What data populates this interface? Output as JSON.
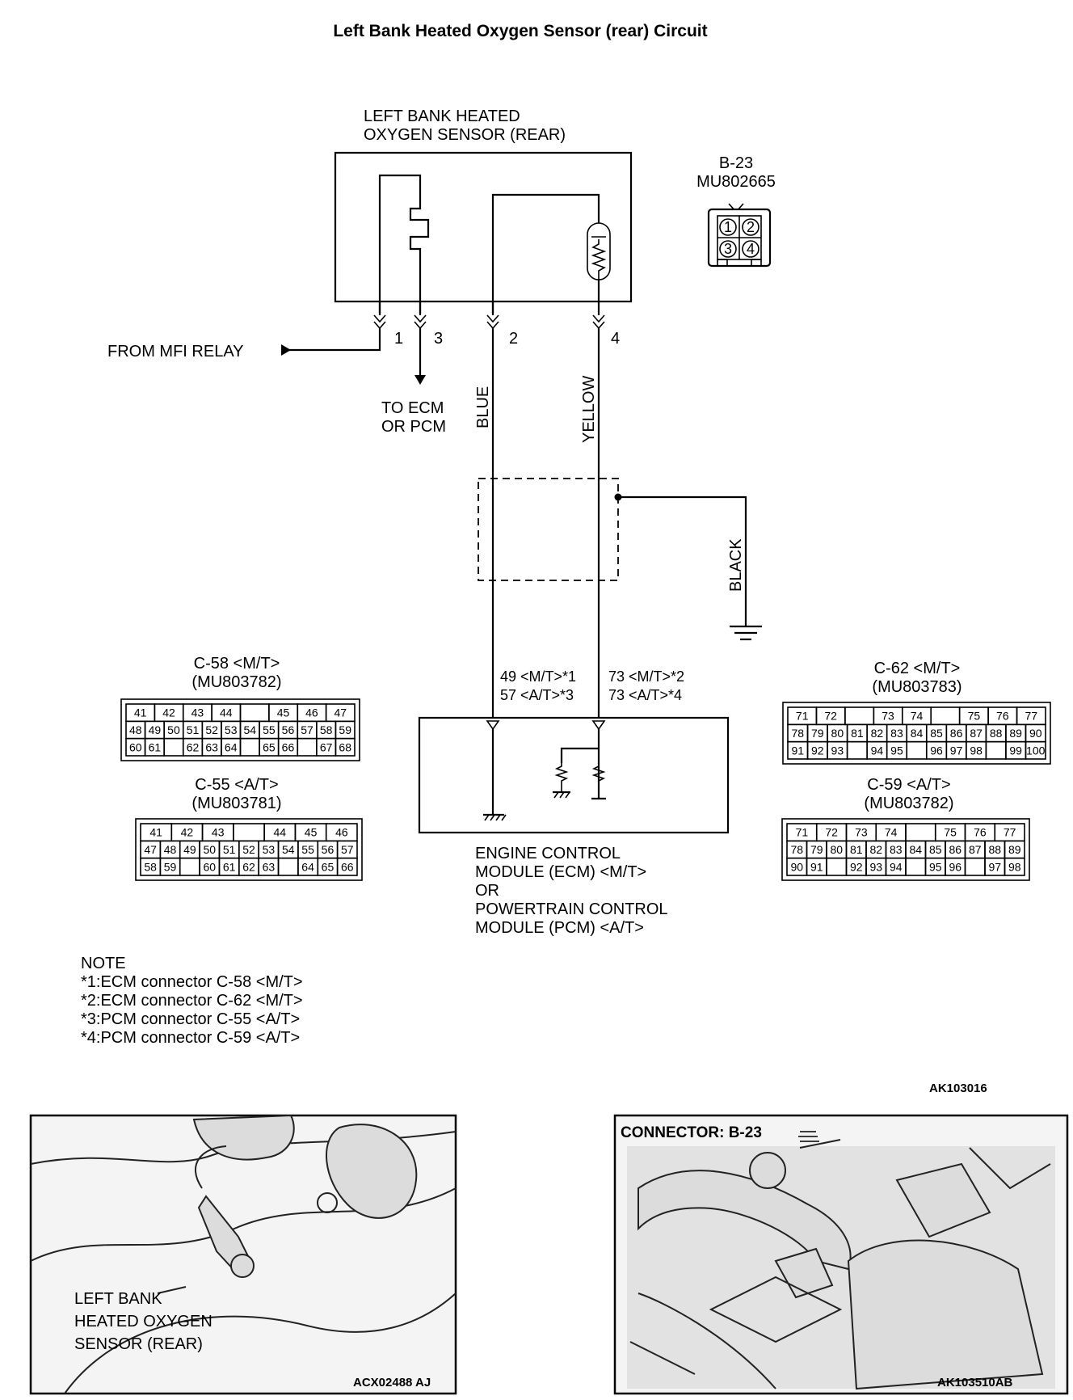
{
  "title": "Left Bank Heated Oxygen Sensor (rear) Circuit",
  "sensor": {
    "label_line1": "LEFT BANK HEATED",
    "label_line2": "OXYGEN SENSOR (REAR)",
    "pins": [
      "1",
      "3",
      "2",
      "4"
    ]
  },
  "sensor_connector": {
    "id": "B-23",
    "part": "MU802665",
    "pins": [
      "1",
      "2",
      "3",
      "4"
    ]
  },
  "from_relay": "FROM MFI RELAY",
  "to_ecm_line1": "TO ECM",
  "to_ecm_line2": "OR PCM",
  "wires": {
    "blue": "BLUE",
    "yellow": "YELLOW",
    "black": "BLACK"
  },
  "terminals": {
    "left_line1": "49 <M/T>*1",
    "left_line2": "57 <A/T>*3",
    "right_line1": "73 <M/T>*2",
    "right_line2": "73 <A/T>*4"
  },
  "module": {
    "line1": "ENGINE CONTROL",
    "line2": "MODULE (ECM) <M/T>",
    "line3": "OR",
    "line4": "POWERTRAIN CONTROL",
    "line5": "MODULE (PCM) <A/T>"
  },
  "connectors": {
    "c58": {
      "title": "C-58 <M/T>",
      "part": "(MU803782)",
      "rows": [
        [
          "41",
          "42",
          "43",
          "44",
          "",
          "45",
          "46",
          "47"
        ],
        [
          "48",
          "49",
          "50",
          "51",
          "52",
          "53",
          "54",
          "55",
          "56",
          "57",
          "58",
          "59"
        ],
        [
          "60",
          "61",
          "",
          "62",
          "63",
          "64",
          "",
          "65",
          "66",
          "",
          "67",
          "68"
        ]
      ]
    },
    "c55": {
      "title": "C-55 <A/T>",
      "part": "(MU803781)",
      "rows": [
        [
          "41",
          "42",
          "43",
          "",
          "44",
          "45",
          "46"
        ],
        [
          "47",
          "48",
          "49",
          "50",
          "51",
          "52",
          "53",
          "54",
          "55",
          "56",
          "57"
        ],
        [
          "58",
          "59",
          "",
          "60",
          "61",
          "62",
          "63",
          "",
          "64",
          "65",
          "66"
        ]
      ]
    },
    "c62": {
      "title": "C-62 <M/T>",
      "part": "(MU803783)",
      "rows": [
        [
          "71",
          "72",
          "",
          "73",
          "74",
          "",
          "75",
          "76",
          "77"
        ],
        [
          "78",
          "79",
          "80",
          "81",
          "82",
          "83",
          "84",
          "85",
          "86",
          "87",
          "88",
          "89",
          "90"
        ],
        [
          "91",
          "92",
          "93",
          "",
          "94",
          "95",
          "",
          "96",
          "97",
          "98",
          "",
          "99",
          "100"
        ]
      ]
    },
    "c59": {
      "title": "C-59 <A/T>",
      "part": "(MU803782)",
      "rows": [
        [
          "71",
          "72",
          "73",
          "74",
          "",
          "75",
          "76",
          "77"
        ],
        [
          "78",
          "79",
          "80",
          "81",
          "82",
          "83",
          "84",
          "85",
          "86",
          "87",
          "88",
          "89"
        ],
        [
          "90",
          "91",
          "",
          "92",
          "93",
          "94",
          "",
          "95",
          "96",
          "",
          "97",
          "98"
        ]
      ]
    }
  },
  "note": {
    "heading": "NOTE",
    "items": [
      "*1:ECM connector C-58 <M/T>",
      "*2:ECM connector C-62 <M/T>",
      "*3:PCM connector C-55 <A/T>",
      "*4:PCM connector C-59 <A/T>"
    ]
  },
  "diagram_code": "AK103016",
  "photo_left": {
    "label_line1": "LEFT BANK",
    "label_line2": "HEATED OXYGEN",
    "label_line3": "SENSOR (REAR)",
    "code": "ACX02488 AJ"
  },
  "photo_right": {
    "heading": "CONNECTOR: B-23",
    "code": "AK103510AB"
  }
}
